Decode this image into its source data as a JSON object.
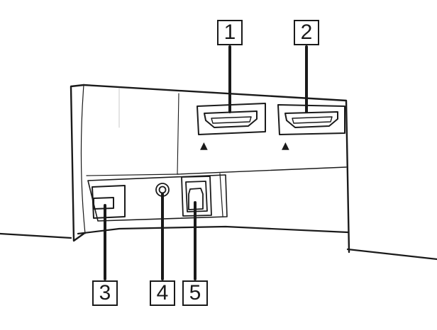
{
  "callouts": [
    {
      "label": "1",
      "part": "hdmi-port"
    },
    {
      "label": "2",
      "part": "hdmi-port"
    },
    {
      "label": "3",
      "part": "usb-port"
    },
    {
      "label": "4",
      "part": "audio-jack"
    },
    {
      "label": "5",
      "part": "optical-port"
    }
  ],
  "direction_marks": {
    "glyph": "▲"
  },
  "colors": {
    "line": "#1a1a1a",
    "background": "#ffffff"
  },
  "icons": [
    "hdmi-port-icon",
    "usb-port-icon",
    "audio-jack-icon",
    "optical-port-icon"
  ]
}
